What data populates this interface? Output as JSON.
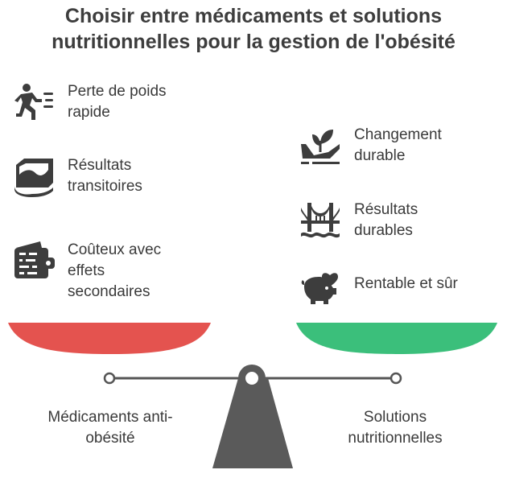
{
  "title": {
    "line1": "Choisir entre médicaments et solutions",
    "line2": "nutritionnelles pour la gestion de l'obésité"
  },
  "left": {
    "items": [
      {
        "icon": "running-person-icon",
        "line1": "Perte de poids",
        "line2": "rapide",
        "line3": ""
      },
      {
        "icon": "melting-block-icon",
        "line1": "Résultats",
        "line2": "transitoires",
        "line3": ""
      },
      {
        "icon": "wallet-icon",
        "line1": "Coûteux avec",
        "line2": "effets",
        "line3": "secondaires"
      }
    ],
    "base_label_line1": "Médicaments anti-",
    "base_label_line2": "obésité",
    "pan_color": "#e4534f"
  },
  "right": {
    "items": [
      {
        "icon": "plant-in-hand-icon",
        "line1": "Changement",
        "line2": "durable"
      },
      {
        "icon": "bridge-icon",
        "line1": "Résultats",
        "line2": "durables"
      },
      {
        "icon": "piggy-bank-heart-icon",
        "line1": "Rentable et sûr",
        "line2": ""
      }
    ],
    "base_label_line1": "Solutions",
    "base_label_line2": "nutritionnelles",
    "pan_color": "#3bbf7b"
  },
  "colors": {
    "beam": "#555555",
    "fulcrum": "#5a5a5a",
    "icon": "#3d3d3d"
  }
}
